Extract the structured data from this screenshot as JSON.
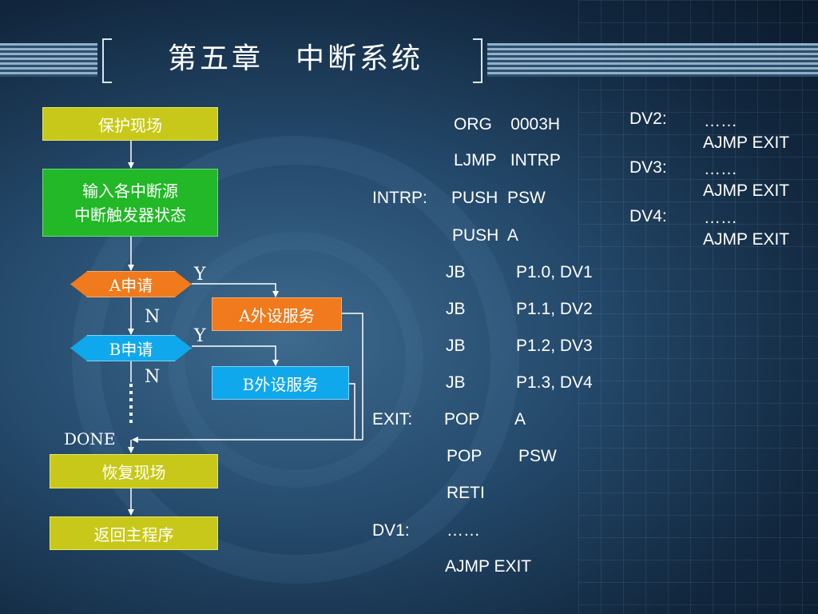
{
  "title": "第五章　中断系统",
  "flowchart": {
    "protect": "保护现场",
    "input_line1": "输入各中断源",
    "input_line2": "中断触发器状态",
    "a_request": "A申请",
    "a_service": "A外设服务",
    "b_request": "B申请",
    "b_service": "B外设服务",
    "yes_label": "Y",
    "no_label": "N",
    "done_label": "DONE",
    "restore": "恢复现场",
    "return": "返回主程序",
    "colors": {
      "yellow": "#c8c81a",
      "green": "#22b827",
      "orange": "#f07a1c",
      "blue": "#10a8ec"
    }
  },
  "code_main": [
    {
      "label": "",
      "op": "ORG",
      "arg": "0003H"
    },
    {
      "label": "",
      "op": "LJMP",
      "arg": "INTRP"
    },
    {
      "label": "INTRP:",
      "op": "PUSH",
      "arg": "PSW"
    },
    {
      "label": "",
      "op": "PUSH",
      "arg": "A"
    },
    {
      "label": "",
      "op": "JB",
      "arg": "P1.0, DV1"
    },
    {
      "label": "",
      "op": "JB",
      "arg": "P1.1, DV2"
    },
    {
      "label": "",
      "op": "JB",
      "arg": "P1.2, DV3"
    },
    {
      "label": "",
      "op": "JB",
      "arg": "P1.3, DV4"
    },
    {
      "label": "EXIT:",
      "op": "POP",
      "arg": "A"
    },
    {
      "label": "",
      "op": "POP",
      "arg": "PSW"
    },
    {
      "label": "",
      "op": "RETI",
      "arg": ""
    },
    {
      "label": "DV1:",
      "op": "……",
      "arg": ""
    },
    {
      "label": "",
      "op": "AJMP EXIT",
      "arg": ""
    }
  ],
  "code_side": [
    {
      "label": "DV2:",
      "line1": "……",
      "line2": "AJMP EXIT"
    },
    {
      "label": "DV3:",
      "line1": "……",
      "line2": "AJMP EXIT"
    },
    {
      "label": "DV4:",
      "line1": "……",
      "line2": "AJMP EXIT"
    }
  ]
}
